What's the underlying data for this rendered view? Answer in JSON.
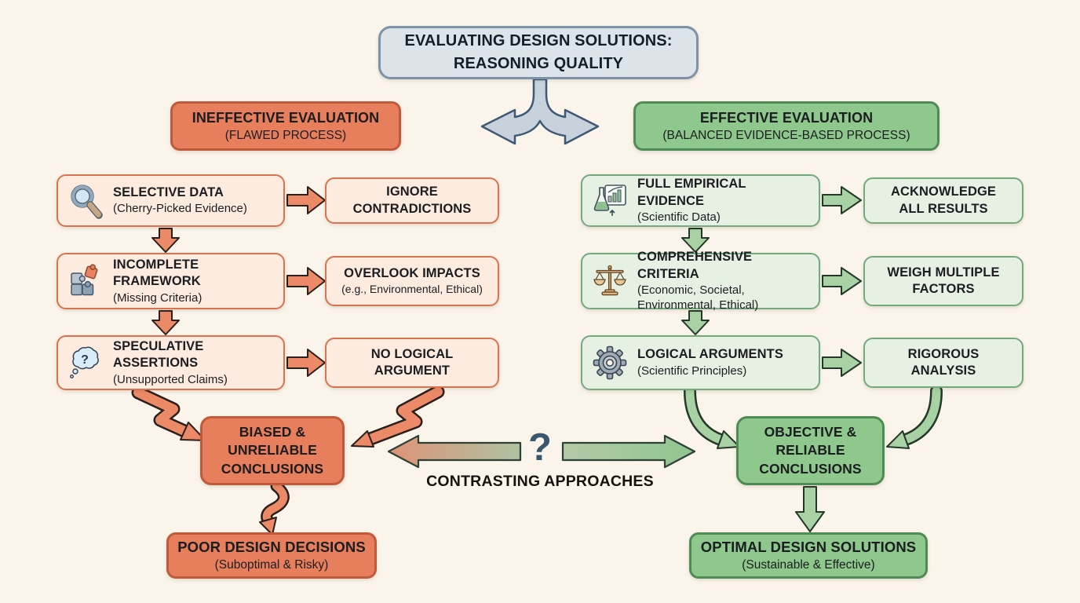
{
  "title": "EVALUATING DESIGN SOLUTIONS:\nREASONING QUALITY",
  "center": {
    "question_mark": "?",
    "label": "CONTRASTING APPROACHES"
  },
  "ineffective": {
    "header": {
      "title": "INEFFECTIVE EVALUATION",
      "subtitle": "(FLAWED PROCESS)"
    },
    "steps": [
      {
        "icon": "magnifier-icon",
        "title": "SELECTIVE DATA",
        "subtitle": "(Cherry-Picked Evidence)",
        "consequence": "IGNORE\nCONTRADICTIONS",
        "consequence_note": ""
      },
      {
        "icon": "puzzle-icon",
        "title": "INCOMPLETE\nFRAMEWORK",
        "subtitle": "(Missing Criteria)",
        "consequence": "OVERLOOK IMPACTS",
        "consequence_note": "(e.g., Environmental, Ethical)"
      },
      {
        "icon": "thought-bubble-icon",
        "title": "SPECULATIVE\nASSERTIONS",
        "subtitle": "(Unsupported Claims)",
        "consequence": "NO LOGICAL\nARGUMENT",
        "consequence_note": ""
      }
    ],
    "conclusion": "BIASED &\nUNRELIABLE\nCONCLUSIONS",
    "outcome": {
      "title": "POOR DESIGN DECISIONS",
      "subtitle": "(Suboptimal & Risky)"
    }
  },
  "effective": {
    "header": {
      "title": "EFFECTIVE EVALUATION",
      "subtitle": "(BALANCED EVIDENCE-BASED PROCESS)"
    },
    "steps": [
      {
        "icon": "flask-chart-icon",
        "title": "FULL EMPIRICAL EVIDENCE",
        "subtitle": "(Scientific Data)",
        "consequence": "ACKNOWLEDGE\nALL RESULTS",
        "consequence_note": ""
      },
      {
        "icon": "scales-icon",
        "title": "COMPREHENSIVE CRITERIA",
        "subtitle": "(Economic, Societal,\nEnvironmental, Ethical)",
        "consequence": "WEIGH MULTIPLE\nFACTORS",
        "consequence_note": ""
      },
      {
        "icon": "gear-icon",
        "title": "LOGICAL ARGUMENTS",
        "subtitle": "(Scientific Principles)",
        "consequence": "RIGOROUS\nANALYSIS",
        "consequence_note": ""
      }
    ],
    "conclusion": "OBJECTIVE &\nRELIABLE\nCONCLUSIONS",
    "outcome": {
      "title": "OPTIMAL DESIGN SOLUTIONS",
      "subtitle": "(Sustainable & Effective)"
    }
  },
  "colors": {
    "background": "#faf4ea",
    "title_fill": "#dce4ea",
    "title_border": "#7d93a8",
    "salmon_fill": "#e87f5c",
    "salmon_border": "#bf5a3a",
    "salmon_light": "#fdebdf",
    "green_fill": "#8ec88d",
    "green_border": "#4e8b55",
    "green_light": "#e6f1e4",
    "salmon_arrow": "#ec8a68",
    "green_arrow": "#a8d2a4",
    "question_mark": "#3a5770"
  }
}
